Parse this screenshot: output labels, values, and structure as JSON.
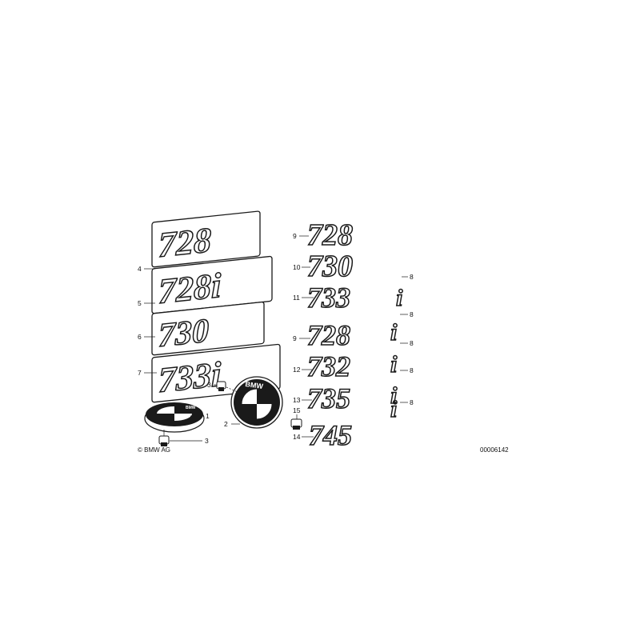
{
  "callouts": {
    "c1": "1",
    "c2": "2",
    "c3a": "3",
    "c3b": "3",
    "c4": "4",
    "c5": "5",
    "c6": "6",
    "c7": "7",
    "c8a": "8",
    "c8b": "8",
    "c8c": "8",
    "c8d": "8",
    "c8e": "8",
    "c9a": "9",
    "c9b": "9",
    "c10": "10",
    "c11": "11",
    "c12": "12",
    "c13": "13",
    "c14": "14",
    "c15": "15"
  },
  "left_plates": {
    "p4": "728",
    "p5": "728i",
    "p6": "730",
    "p7": "733i"
  },
  "right_emblems": {
    "e9a": "728",
    "e10": "730",
    "e11": "733",
    "e9b": "728",
    "e12": "732",
    "e13": "735",
    "e14": "745",
    "suffix": "i"
  },
  "roundel": {
    "large_text": "BMW",
    "small_text": "BMW"
  },
  "footer": {
    "copyright": "© BMW AG",
    "diagram_number": "00006142"
  },
  "colors": {
    "line": "#1a1a1a",
    "background": "#ffffff"
  }
}
